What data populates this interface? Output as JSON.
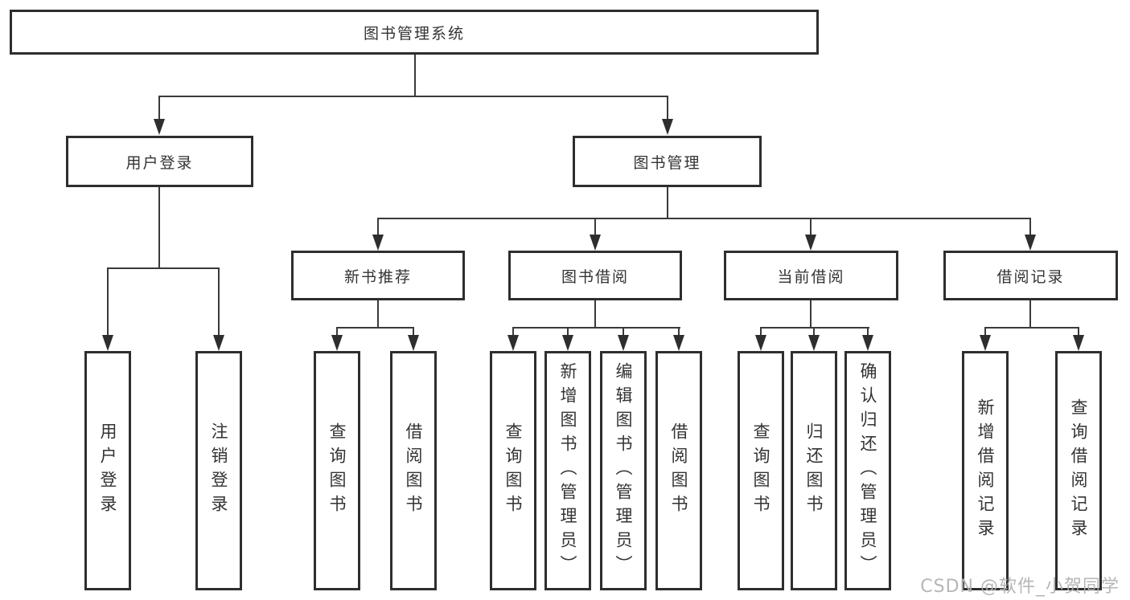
{
  "diagram_title": "图书管理系统",
  "nodes": {
    "root": "图书管理系统",
    "user_login": "用户登录",
    "book_mgmt": "图书管理",
    "new_book_rec": "新书推荐",
    "book_borrow": "图书借阅",
    "current_borrow": "当前借阅",
    "borrow_record": "借阅记录",
    "leaf_user_login": "用户登录",
    "leaf_logout": "注销登录",
    "leaf_query_book_a": "查询图书",
    "leaf_borrow_book_a": "借阅图书",
    "leaf_query_book_b": "查询图书",
    "leaf_add_book": "新增图书（管理员）",
    "leaf_edit_book": "编辑图书（管理员）",
    "leaf_borrow_book_b": "借阅图书",
    "leaf_query_book_c": "查询图书",
    "leaf_return_book": "归还图书",
    "leaf_confirm_return": "确认归还（管理员）",
    "leaf_add_record": "新增借阅记录",
    "leaf_query_record": "查询借阅记录"
  },
  "edges": [
    [
      "图书管理系统",
      "用户登录"
    ],
    [
      "图书管理系统",
      "图书管理"
    ],
    [
      "用户登录",
      "用户登录"
    ],
    [
      "用户登录",
      "注销登录"
    ],
    [
      "图书管理",
      "新书推荐"
    ],
    [
      "图书管理",
      "图书借阅"
    ],
    [
      "图书管理",
      "当前借阅"
    ],
    [
      "图书管理",
      "借阅记录"
    ],
    [
      "新书推荐",
      "查询图书"
    ],
    [
      "新书推荐",
      "借阅图书"
    ],
    [
      "图书借阅",
      "查询图书"
    ],
    [
      "图书借阅",
      "新增图书（管理员）"
    ],
    [
      "图书借阅",
      "编辑图书（管理员）"
    ],
    [
      "图书借阅",
      "借阅图书"
    ],
    [
      "当前借阅",
      "查询图书"
    ],
    [
      "当前借阅",
      "归还图书"
    ],
    [
      "当前借阅",
      "确认归还（管理员）"
    ],
    [
      "借阅记录",
      "新增借阅记录"
    ],
    [
      "借阅记录",
      "查询借阅记录"
    ]
  ],
  "watermark": "CSDN @软件_小贺同学",
  "colors": {
    "background": "#ffffff",
    "box_border": "#2e2e2e",
    "line": "#3a3a3a",
    "text": "#333333",
    "watermark": "#b0b0b0"
  }
}
